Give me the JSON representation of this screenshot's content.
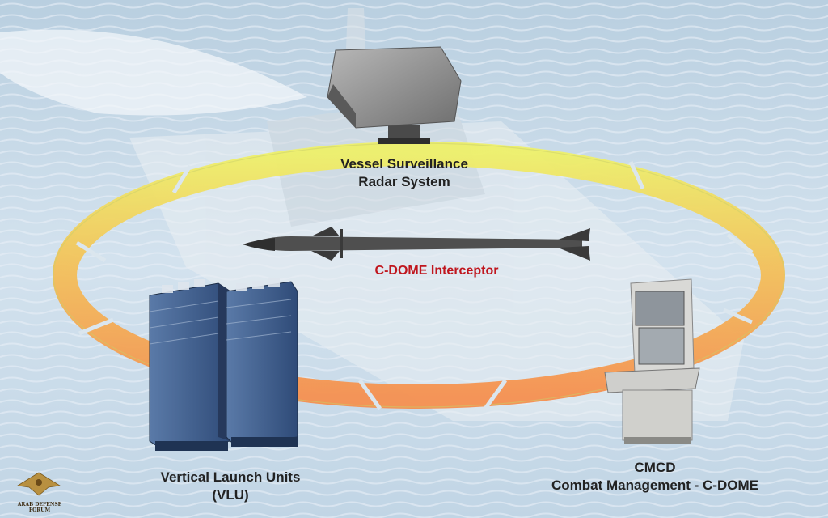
{
  "diagram": {
    "radar_label": [
      "Vessel Surveillance",
      "Radar System"
    ],
    "interceptor_label": "C-DOME Interceptor",
    "vlu_label": [
      "Vertical Launch Units",
      "(VLU)"
    ],
    "cmcd_label": [
      "CMCD",
      "Combat Management - C-DOME"
    ]
  },
  "watermark": {
    "text": "ARAB DEFENSE FORUM"
  },
  "colors": {
    "sea": "#c9dbe8",
    "ring_yellow": "#e8e46a",
    "ring_orange": "#f4a060",
    "interceptor_text": "#c0161e"
  },
  "icons": [
    "radar-icon",
    "missile-icon",
    "launcher-icon",
    "console-icon",
    "eagle-logo-icon"
  ]
}
